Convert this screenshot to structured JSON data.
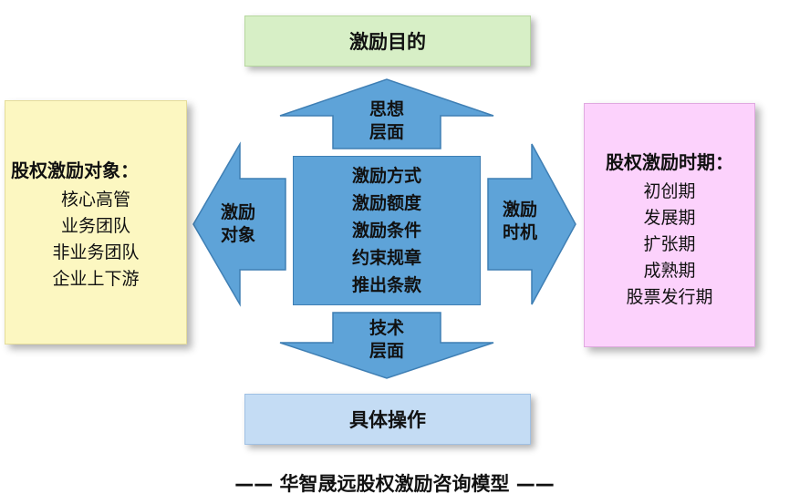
{
  "top": {
    "title": "激励目的"
  },
  "bottom": {
    "title": "具体操作"
  },
  "left_panel": {
    "title": "股权激励对象：",
    "items": [
      "核心高管",
      "业务团队",
      "非业务团队",
      "企业上下游"
    ]
  },
  "right_panel": {
    "title": "股权激励时期：",
    "items": [
      "初创期",
      "发展期",
      "扩张期",
      "成熟期",
      "股票发行期"
    ]
  },
  "center": {
    "items": [
      "激励方式",
      "激励额度",
      "激励条件",
      "约束规章",
      "推出条款"
    ]
  },
  "arrows": {
    "up": [
      "思想",
      "层面"
    ],
    "down": [
      "技术",
      "层面"
    ],
    "left": [
      "激励",
      "对象"
    ],
    "right": [
      "激励",
      "时机"
    ]
  },
  "caption": "—— 华智晟远股权激励咨询模型 ——",
  "colors": {
    "arrow_fill": "#5ea3d8",
    "arrow_stroke": "#3f7fb4",
    "top_box": "#d7efc6",
    "bottom_box": "#c4dcf4",
    "left_panel": "#fcf7c1",
    "right_panel": "#fcd2fc"
  }
}
